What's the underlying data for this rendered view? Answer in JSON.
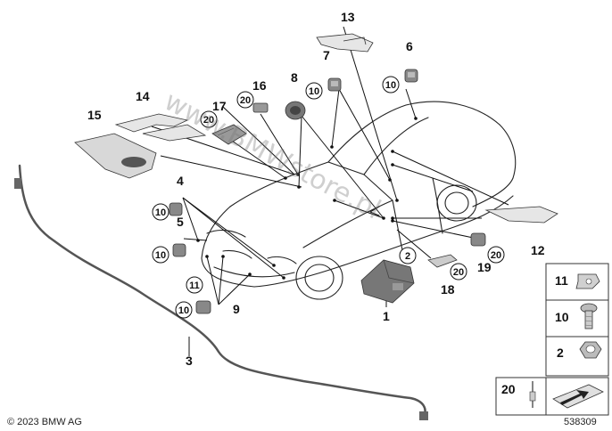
{
  "copyright": "© 2023 BMW AG",
  "diagram_id": "538309",
  "watermark": "www.BMWstore.pl",
  "part_numbers": [
    "1",
    "2",
    "3",
    "4",
    "5",
    "6",
    "7",
    "8",
    "9",
    "10",
    "11",
    "12",
    "13",
    "14",
    "15",
    "16",
    "17",
    "18",
    "19",
    "20"
  ],
  "legend": {
    "items": [
      {
        "number": "11",
        "icon": "clip-nut-icon"
      },
      {
        "number": "10",
        "icon": "bolt-icon"
      },
      {
        "number": "2",
        "icon": "hex-nut-icon"
      }
    ],
    "bottom": {
      "number": "20",
      "icons": [
        "rivet-icon",
        "arrow-panel-icon"
      ]
    }
  }
}
